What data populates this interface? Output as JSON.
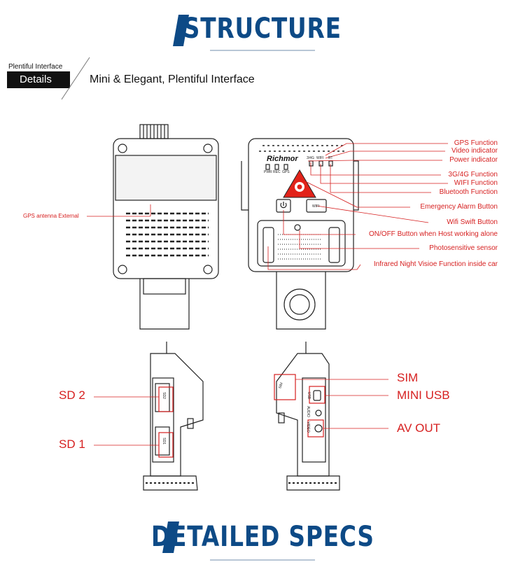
{
  "header": {
    "title": "STRUCTURE"
  },
  "section": {
    "small_label": "Plentiful Interface",
    "tag": "Details",
    "tagline": "Mini & Elegant, Plentiful Interface"
  },
  "device": {
    "brand": "Richmor",
    "led_labels": [
      "PWR",
      "REC",
      "GPS",
      "3/4G",
      "WIFI",
      "BT"
    ],
    "wifi_button": "WIFI",
    "side_left_slots": [
      "SD2",
      "SD1"
    ],
    "side_right_ports": [
      "SIM",
      "USB",
      "AUDIO",
      "VIDEO"
    ]
  },
  "callouts_front": [
    "GPS Function",
    "Video indicator",
    "Power indicator",
    "3G/4G Function",
    "WIFI Function",
    "Bluetooth Function",
    "Emergency Alarm Button",
    "Wifi Swift Button",
    "ON/OFF Button when Host working alone",
    "Photosensitive sensor",
    "Infrared Night Visioe Function inside car"
  ],
  "callout_back": "GPS antenna External",
  "side_left_labels": {
    "sd2": "SD 2",
    "sd1": "SD 1"
  },
  "side_right_labels": {
    "sim": "SIM",
    "mini_usb": "MINI USB",
    "av_out": "AV OUT"
  },
  "footer": {
    "title": "DETAILED SPECS"
  },
  "colors": {
    "heading_blue": "#0d4a86",
    "callout_red": "#d61f1f",
    "alarm_red": "#e2231a"
  }
}
